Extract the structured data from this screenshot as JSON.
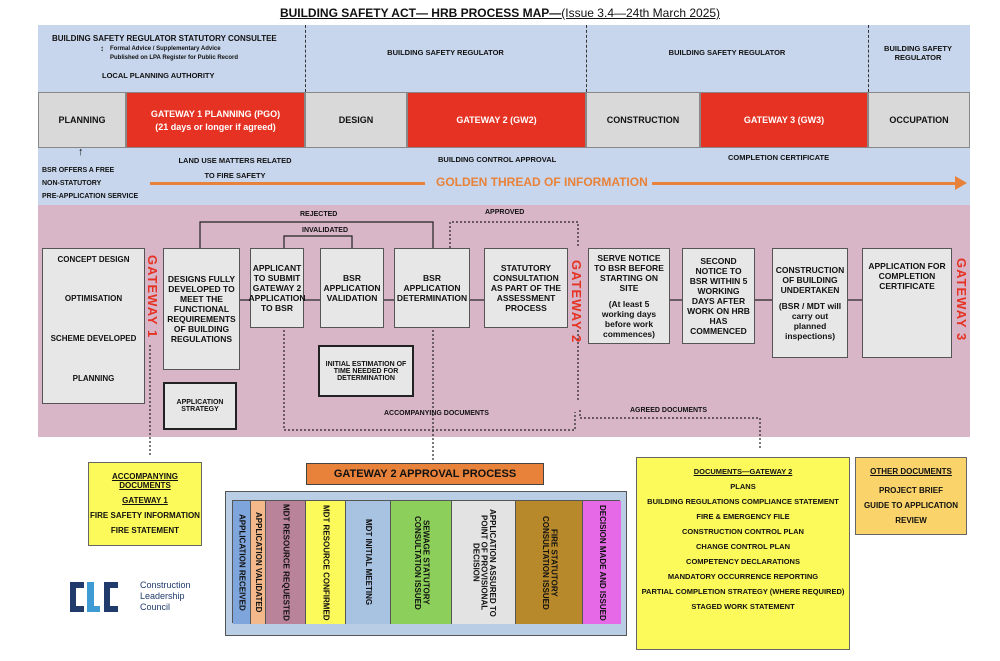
{
  "title": {
    "main": "BUILDING SAFETY ACT— HRB PROCESS MAP—",
    "issue": "(Issue 3.4—24th March 2025)"
  },
  "top_band": {
    "consultee": "BUILDING SAFETY REGULATOR STATUTORY CONSULTEE",
    "advice1": "Formal Advice / Supplementary Advice",
    "advice2": "Published on LPA Register for Public Record",
    "lpa": "LOCAL PLANNING AUTHORITY",
    "regulator_design": "BUILDING SAFETY REGULATOR",
    "regulator_construction": "BUILDING SAFETY REGULATOR",
    "regulator_occupation": "BUILDING SAFETY REGULATOR"
  },
  "stages": [
    {
      "label": "PLANNING",
      "style": "grey"
    },
    {
      "label": "GATEWAY 1 PLANNING  (PGO)",
      "sub": "(21 days or longer if agreed)",
      "style": "red"
    },
    {
      "label": "DESIGN",
      "style": "grey"
    },
    {
      "label": "GATEWAY 2 (GW2)",
      "style": "red"
    },
    {
      "label": "CONSTRUCTION",
      "style": "grey"
    },
    {
      "label": "GATEWAY 3 (GW3)",
      "style": "red"
    },
    {
      "label": "OCCUPATION",
      "style": "grey"
    }
  ],
  "bottom_band": {
    "bsr_offer": [
      "BSR OFFERS A FREE",
      "NON-STATUTORY",
      "PRE-APPLICATION  SERVICE"
    ],
    "land_use": [
      "LAND USE MATTERS RELATED",
      "TO  FIRE SAFETY"
    ],
    "building_control": "BUILDING CONTROL APPROVAL",
    "completion": "COMPLETION CERTIFICATE",
    "golden_thread": "GOLDEN THREAD OF INFORMATION"
  },
  "flow_labels": {
    "rejected": "REJECTED",
    "approved": "APPROVED",
    "invalidated": "INVALIDATED",
    "accompanying": "ACCOMPANYING DOCUMENTS",
    "agreed": "AGREED DOCUMENTS"
  },
  "concept": [
    "CONCEPT DESIGN",
    "OPTIMISATION",
    "SCHEME DEVELOPED",
    "PLANNING"
  ],
  "gateway_labels": {
    "gw1": "GATEWAY 1",
    "gw2": "GATEWAY 2",
    "gw3": "GATEWAY 3"
  },
  "boxes": {
    "designs": "DESIGNS FULLY DEVELOPED TO MEET THE FUNCTIONAL REQUIREMENTS OF BUILDING REGULATIONS",
    "applicant": "APPLICANT TO SUBMIT GATEWAY 2 APPLICATION TO BSR",
    "validation": "BSR APPLICATION VALIDATION",
    "determination": "BSR APPLICATION DETERMINATION",
    "statutory": "STATUTORY CONSULTATION AS PART OF THE ASSESSMENT PROCESS",
    "serve_notice": "SERVE NOTICE TO BSR BEFORE STARTING ON SITE",
    "serve_notice_sub": "(At least 5 working days before work commences)",
    "second_notice": "SECOND NOTICE TO BSR WITHIN 5 WORKING DAYS AFTER WORK ON HRB HAS COMMENCED",
    "construction": "CONSTRUCTION OF BUILDING UNDERTAKEN",
    "construction_sub": "(BSR / MDT will carry out planned inspections)",
    "completion": "APPLICATION FOR COMPLETION CERTIFICATE",
    "app_strategy": "APPLICATION STRATEGY",
    "initial_estimation": "INITIAL ESTIMATION OF TIME NEEDED FOR DETERMINATION"
  },
  "accompanying_docs": {
    "heading": "ACCOMPANYING DOCUMENTS",
    "sub": "GATEWAY 1",
    "items": [
      "FIRE SAFETY INFORMATION",
      "FIRE STATEMENT"
    ]
  },
  "gw2_process": {
    "title": "GATEWAY 2 APPROVAL PROCESS",
    "steps": [
      {
        "label": "APPLICATION RECEIVED",
        "color": "#7ea6dc"
      },
      {
        "label": "APPLICATION VALIDATED",
        "color": "#f3b98a"
      },
      {
        "label": "MDT RESOURCE REQUESTED",
        "color": "#b9849a"
      },
      {
        "label": "MDT RESOURCE CONFIRMED",
        "color": "#fbfa5a"
      },
      {
        "label": "MDT INITIAL MEETING",
        "color": "#a8c2e2"
      },
      {
        "label": "SEWAGE STATUTORY CONSULTATION ISSUED",
        "color": "#8ccf5a"
      },
      {
        "label": "APPLICATION ASSURED TO POINT OF PROVISIONAL DECISION",
        "color": "#e3e3e3"
      },
      {
        "label": "FIRE STATUTORY CONSULTATION ISSUED",
        "color": "#b8892a"
      },
      {
        "label": "DECISION MADE AND ISSUED",
        "color": "#e66ae8"
      }
    ]
  },
  "gw2_docs": {
    "heading": "DOCUMENTS—GATEWAY 2",
    "items": [
      "PLANS",
      "BUILDING REGULATIONS COMPLIANCE STATEMENT",
      "FIRE & EMERGENCY FILE",
      "CONSTRUCTION CONTROL PLAN",
      "CHANGE CONTROL PLAN",
      "COMPETENCY DECLARATIONS",
      "MANDATORY OCCURRENCE REPORTING",
      "PARTIAL COMPLETION STRATEGY (WHERE REQUIRED)",
      "STAGED WORK STATEMENT"
    ]
  },
  "other_docs": {
    "heading": "OTHER DOCUMENTS",
    "items": [
      "PROJECT BRIEF",
      "GUIDE TO APPLICATION",
      "REVIEW"
    ]
  },
  "logo": {
    "mark": "CLC",
    "line1": "Construction",
    "line2": "Leadership",
    "line3": "Council"
  },
  "colors": {
    "red": "#e53222",
    "orange": "#e8823a",
    "blue_band": "#c7d6ec",
    "pink": "#d8b6c8",
    "yellow": "#fbfa5a",
    "navy": "#1f3a6b",
    "teal": "#3e9bd4"
  }
}
